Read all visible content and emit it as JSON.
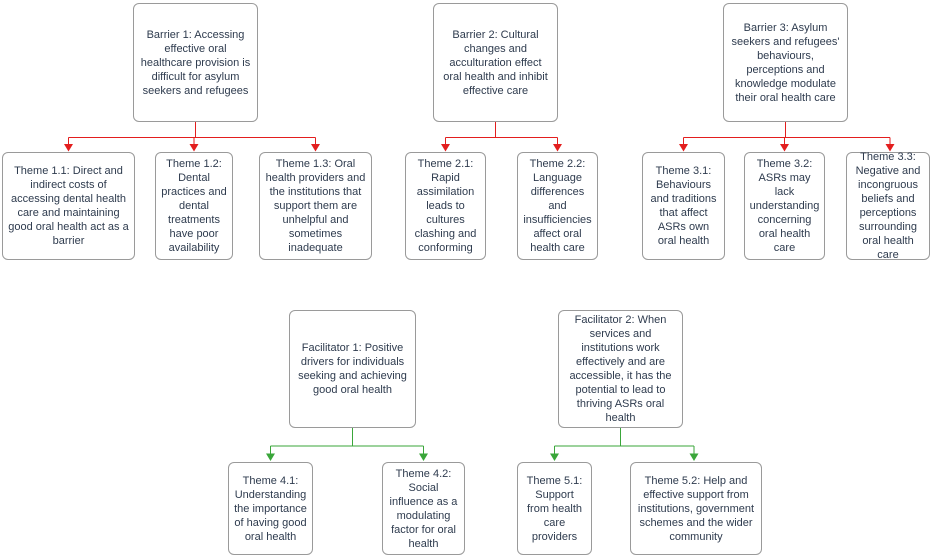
{
  "nodes": {
    "barrier1": "Barrier 1: Accessing effective oral healthcare provision is difficult for asylum seekers and refugees",
    "barrier2": "Barrier 2: Cultural changes and acculturation effect oral health and inhibit effective care",
    "barrier3": "Barrier 3: Asylum seekers and refugees' behaviours, perceptions and knowledge modulate their oral health care",
    "theme1_1": "Theme 1.1: Direct and indirect costs of accessing dental health care and maintaining good oral health act as a barrier",
    "theme1_2": "Theme 1.2: Dental practices and dental treatments have poor availability",
    "theme1_3": "Theme 1.3: Oral health providers and the institutions that support them are unhelpful and sometimes inadequate",
    "theme2_1": "Theme 2.1: Rapid assimilation leads to cultures clashing and conforming",
    "theme2_2": "Theme 2.2: Language differences and insufficiencies affect oral health care",
    "theme3_1": "Theme 3.1: Behaviours and traditions that affect ASRs own oral health",
    "theme3_2": "Theme 3.2: ASRs may lack understanding concerning oral health care",
    "theme3_3": "Theme 3.3: Negative and incongruous beliefs and perceptions surrounding oral health care",
    "facilitator1": "Facilitator 1: Positive drivers for individuals seeking and achieving good oral health",
    "facilitator2": "Facilitator 2: When services and institutions work effectively and are accessible, it has the potential to lead to thriving ASRs oral health",
    "theme4_1": "Theme 4.1: Understanding the importance of having good oral health",
    "theme4_2": "Theme 4.2: Social influence as a modulating factor for oral health",
    "theme5_1": "Theme 5.1: Support from health care providers",
    "theme5_2": "Theme 5.2: Help and effective support from institutions, government schemes and the wider community"
  },
  "colors": {
    "barrier_connector": "#e31e1e",
    "facilitator_connector": "#3aa63a",
    "box_border": "#9a9a9a",
    "text": "#2e3b4e",
    "background": "#ffffff"
  }
}
